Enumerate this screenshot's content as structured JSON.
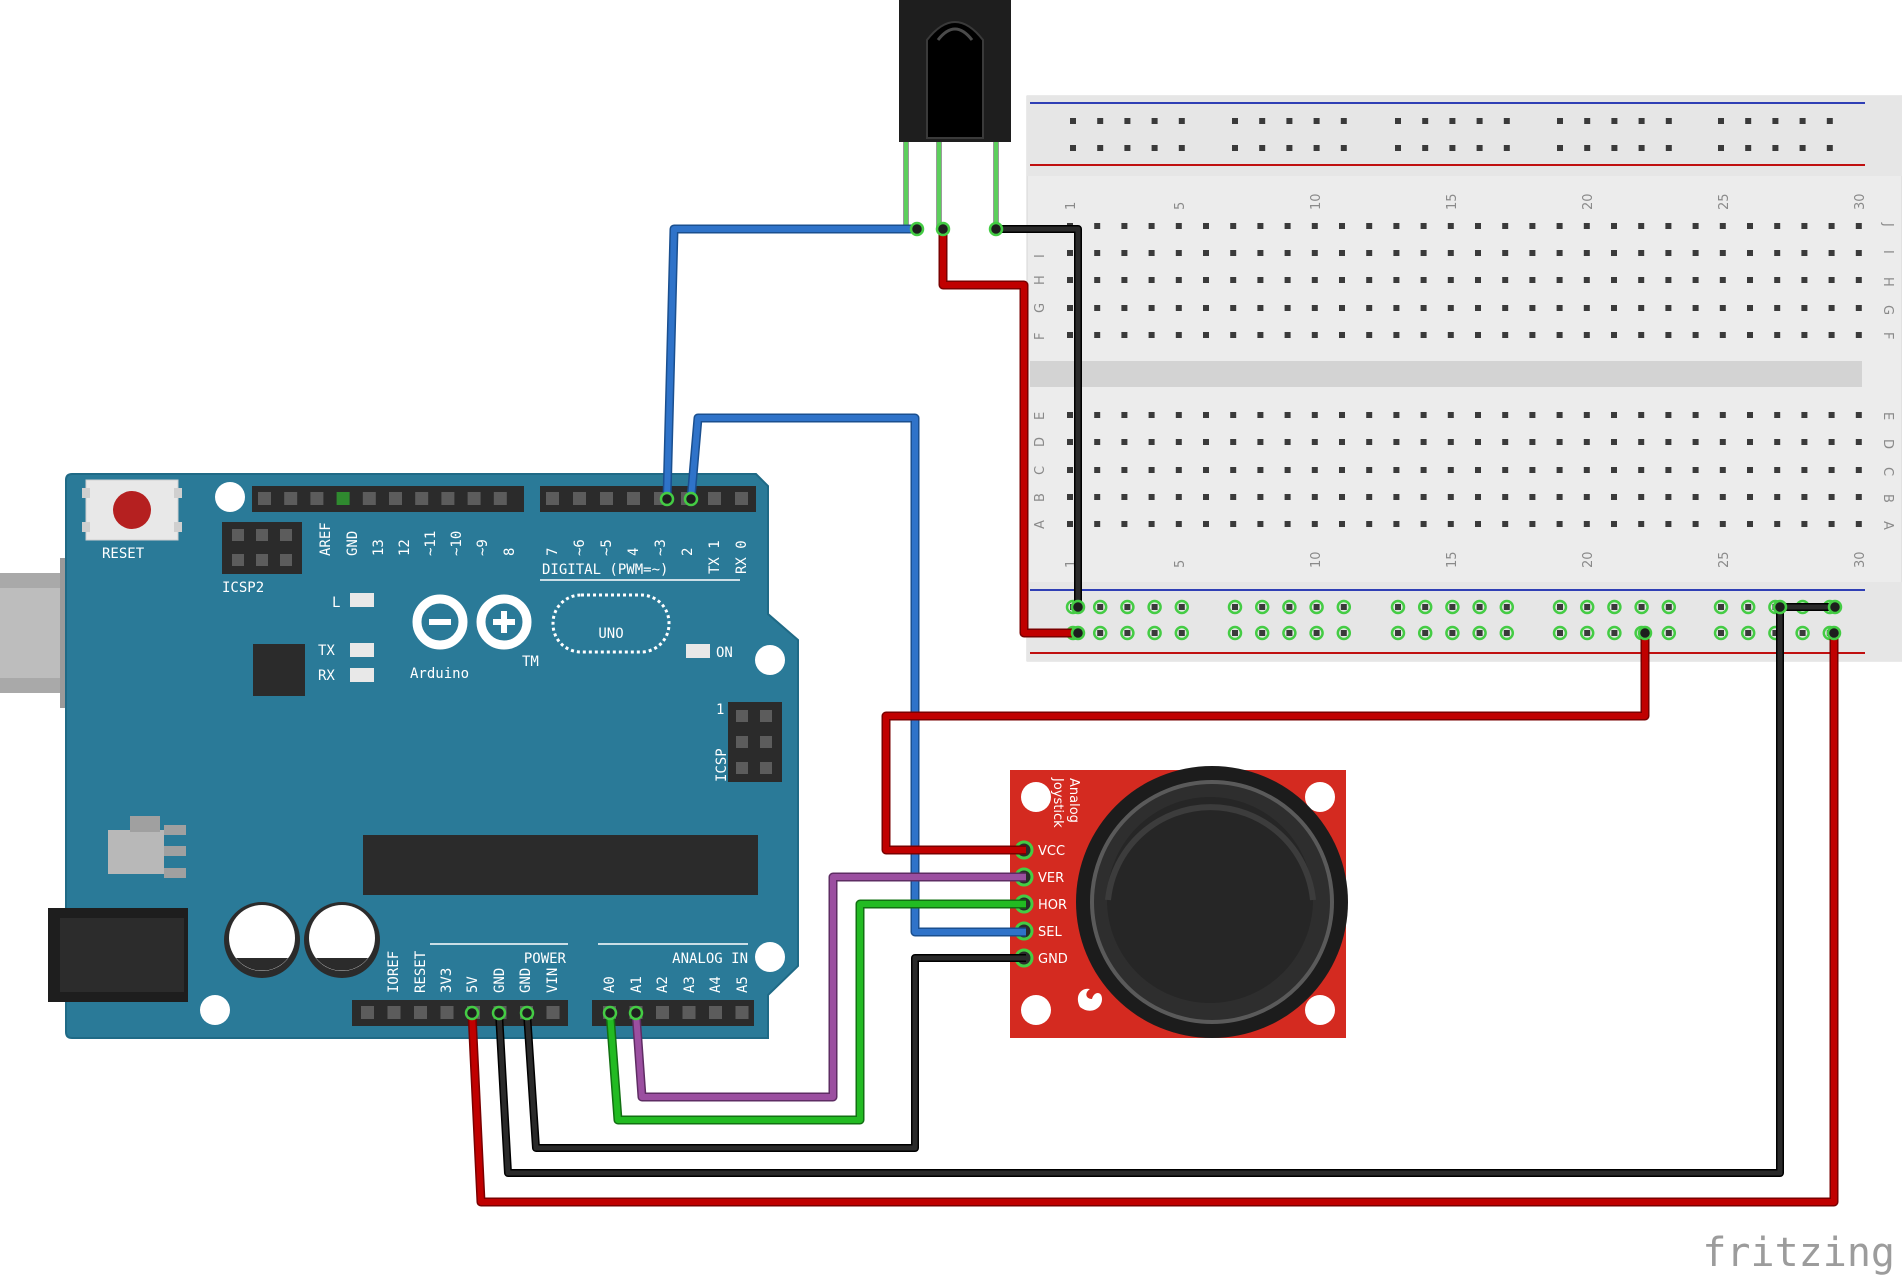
{
  "arduino": {
    "reset": "RESET",
    "icsp2": "ICSP2",
    "icsp": "ICSP",
    "icsp_pin1": "1",
    "brand": "Arduino",
    "tm": "TM",
    "model": "UNO",
    "on": "ON",
    "led_l": "L",
    "led_tx": "TX",
    "led_rx": "RX",
    "digital_title": "DIGITAL (PWM=~)",
    "power_title": "POWER",
    "analog_title": "ANALOG IN",
    "digital_pins": [
      "AREF",
      "GND",
      "13",
      "12",
      "~11",
      "~10",
      "~9",
      "8",
      "7",
      "~6",
      "~5",
      "4",
      "~3",
      "2",
      "TX 1",
      "RX 0"
    ],
    "power_pins": [
      "IOREF",
      "RESET",
      "3V3",
      "5V",
      "GND",
      "GND",
      "VIN"
    ],
    "analog_pins": [
      "A0",
      "A1",
      "A2",
      "A3",
      "A4",
      "A5"
    ]
  },
  "breadboard": {
    "columns_top": [
      "1",
      "5",
      "10",
      "15",
      "20",
      "25",
      "30"
    ],
    "columns_bottom": [
      "1",
      "5",
      "10",
      "15",
      "20",
      "25",
      "30"
    ],
    "rows_upper": [
      "J",
      "I",
      "H",
      "G",
      "F"
    ],
    "rows_lower": [
      "E",
      "D",
      "C",
      "B",
      "A"
    ]
  },
  "joystick": {
    "title_line1": "Analog",
    "title_line2": "Joystick",
    "pins": [
      "VCC",
      "VER",
      "HOR",
      "SEL",
      "GND"
    ]
  },
  "watermark": "fritzing",
  "colors": {
    "arduino_board": "#2a7a98",
    "joystick_board": "#d42a20",
    "wire_red": "#c00000",
    "wire_black": "#1a1a1a",
    "wire_blue": "#2f73c9",
    "wire_green": "#22bb22",
    "wire_purple": "#9b4fa0",
    "breadboard": "#ececec"
  }
}
